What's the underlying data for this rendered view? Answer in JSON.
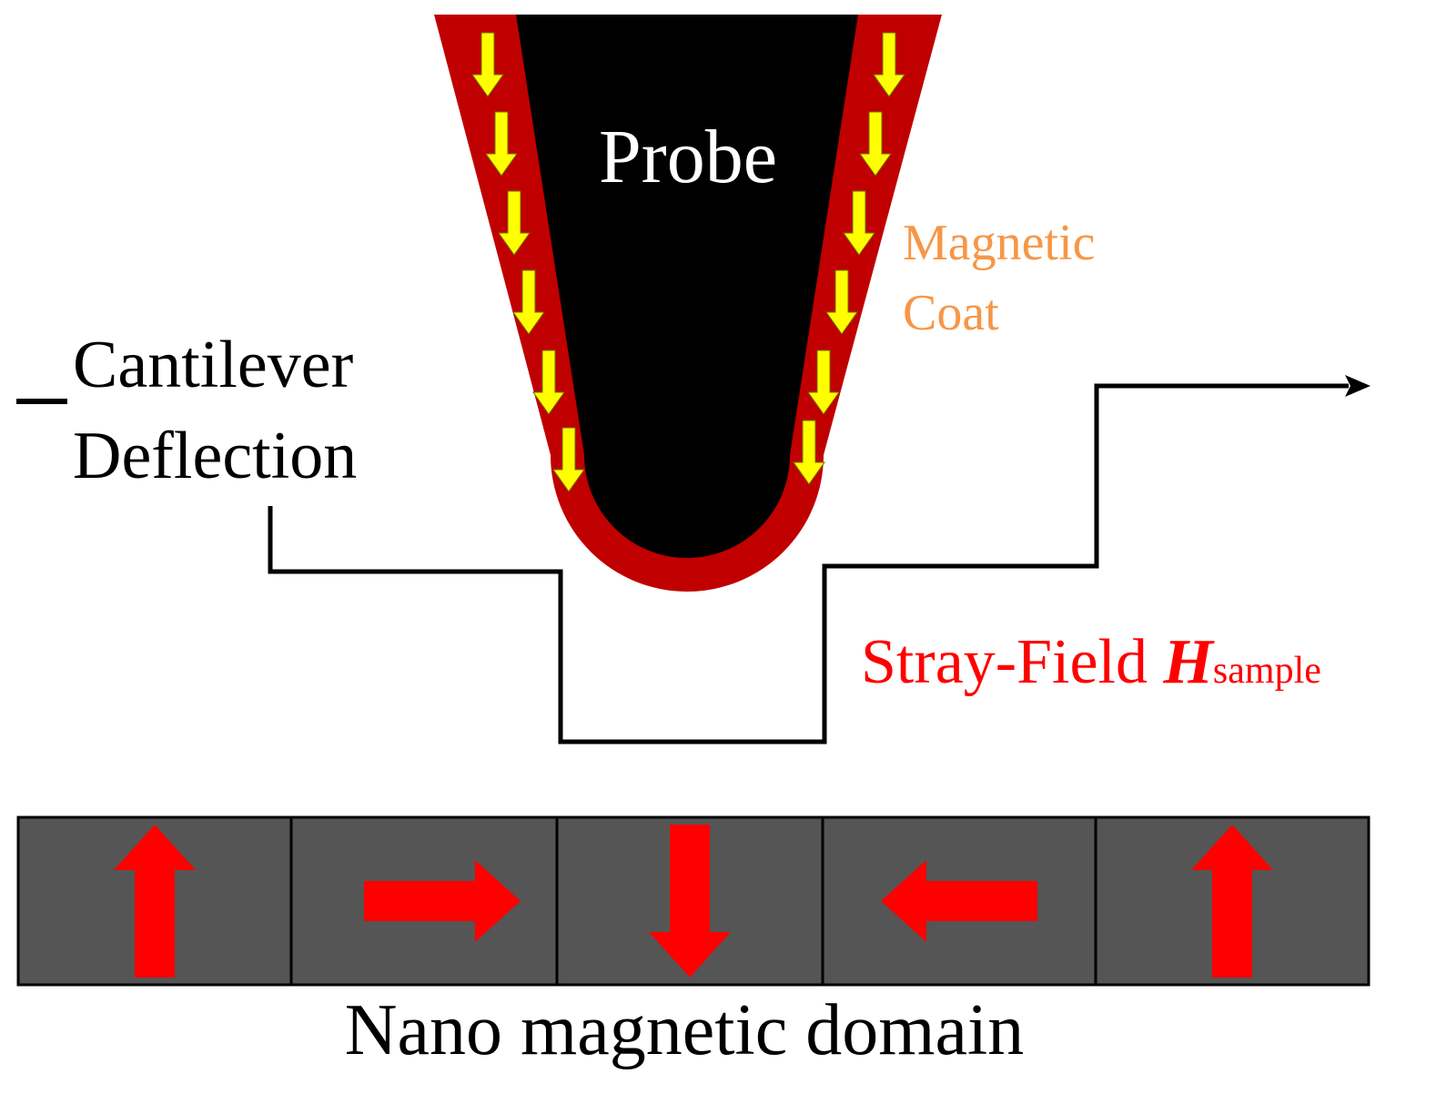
{
  "labels": {
    "probe": "Probe",
    "magnetic_coat_line1": "Magnetic",
    "magnetic_coat_line2": "Coat",
    "cantilever_line1": "Cantilever",
    "cantilever_line2": "Deflection",
    "stray_field_prefix": "Stray-Field ",
    "stray_field_symbol": "H",
    "stray_field_subscript": "sample",
    "domain_caption": "Nano magnetic domain"
  },
  "domains": [
    {
      "name": "domain-1",
      "magnetization": "up"
    },
    {
      "name": "domain-2",
      "magnetization": "right"
    },
    {
      "name": "domain-3",
      "magnetization": "down"
    },
    {
      "name": "domain-4",
      "magnetization": "left"
    },
    {
      "name": "domain-5",
      "magnetization": "up"
    }
  ],
  "colors": {
    "probe_core": "#000000",
    "magnetic_coat": "#c00000",
    "coat_arrows": "#ffff00",
    "coat_label": "#f79646",
    "stray_field_label": "#ff0000",
    "domain_fill": "#555555",
    "domain_arrows": "#ff0000",
    "signal_line": "#000000"
  }
}
